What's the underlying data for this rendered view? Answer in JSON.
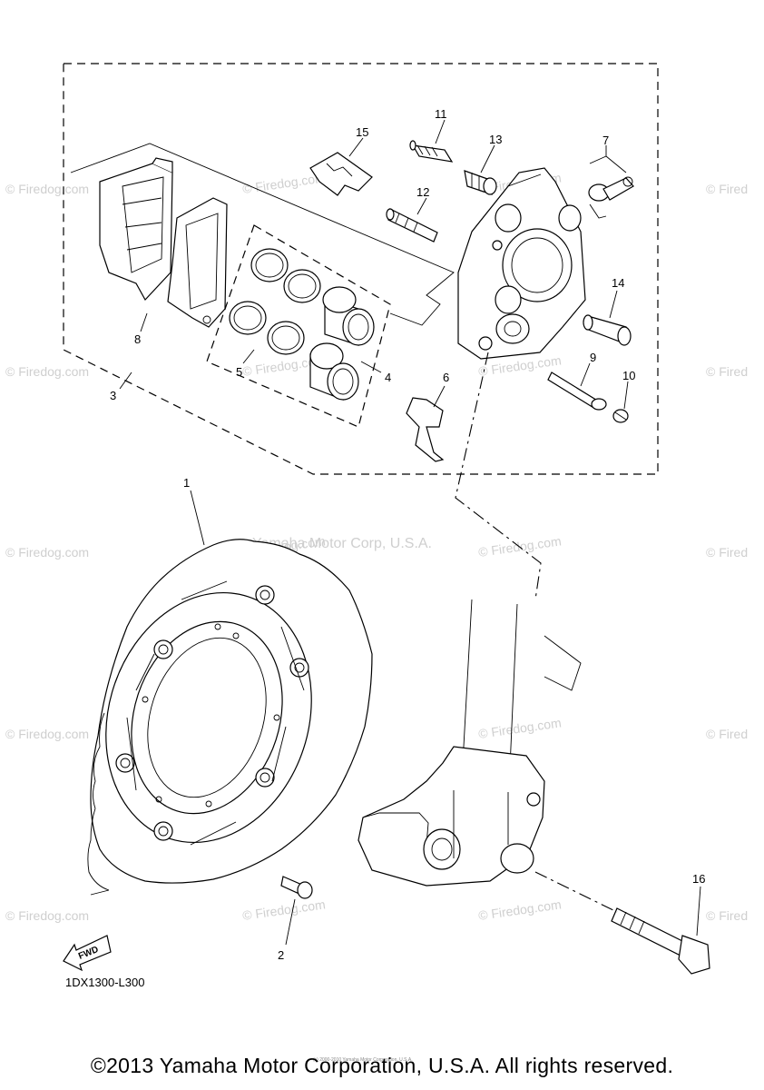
{
  "watermarks": {
    "firedog": "© Firedog.com",
    "firedog_edge": "© Fired",
    "yamaha_center": "Yamaha Motor Corp, U.S.A."
  },
  "callouts": [
    "1",
    "2",
    "3",
    "4",
    "5",
    "6",
    "7",
    "8",
    "9",
    "10",
    "11",
    "12",
    "13",
    "14",
    "15",
    "16"
  ],
  "diagram_code": "1DX1300-L300",
  "fwd_label": "FWD",
  "small_print": "(c) 2000-2010 Yamaha Motor Corporation, U.S.A.",
  "copyright": "©2013 Yamaha Motor Corporation, U.S.A. All rights reserved."
}
